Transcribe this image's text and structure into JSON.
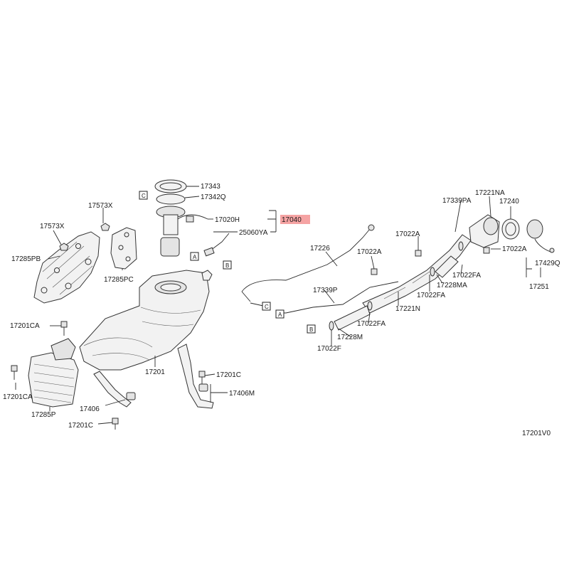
{
  "parts": {
    "p17343": "17343",
    "p17342Q": "17342Q",
    "p17020H": "17020H",
    "p17040": "17040",
    "p25060YA": "25060YA",
    "p17573X_a": "17573X",
    "p17573X_b": "17573X",
    "p17285PB": "17285PB",
    "p17285PC": "17285PC",
    "p17201CA_a": "17201CA",
    "p17201CA_b": "17201CA",
    "p17285P": "17285P",
    "p17406": "17406",
    "p17201C_a": "17201C",
    "p17201C_b": "17201C",
    "p17201": "17201",
    "p17406M": "17406M",
    "p17226": "17226",
    "p17339P": "17339P",
    "p17022A_a": "17022A",
    "p17022A_b": "17022A",
    "p17022A_c": "17022A",
    "p17339PA": "17339PA",
    "p17221NA": "17221NA",
    "p17240": "17240",
    "p17429Q": "17429Q",
    "p17251": "17251",
    "p17022FA_a": "17022FA",
    "p17022FA_b": "17022FA",
    "p17022FA_c": "17022FA",
    "p17228MA": "17228MA",
    "p17221N": "17221N",
    "p17228M": "17228M",
    "p17022F": "17022F",
    "p_corner": "17201V0"
  },
  "callouts": {
    "A_pump": "A",
    "B_pump": "B",
    "C_pump": "C",
    "C_line": "C",
    "A_line": "A",
    "B_line": "B"
  },
  "highlight_color": "#f5a3a3"
}
